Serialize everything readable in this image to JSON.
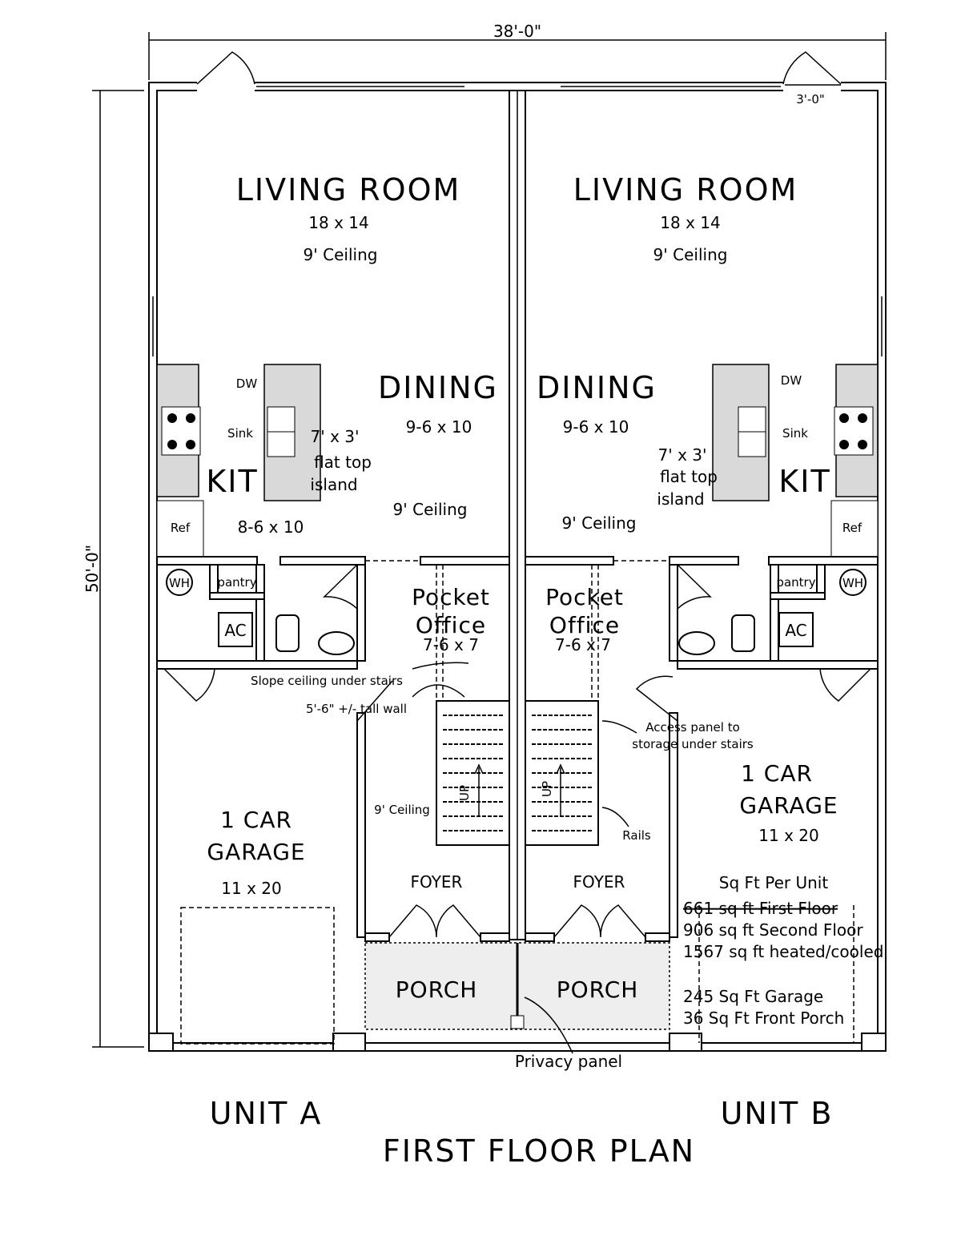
{
  "dimensions": {
    "width": "38'-0\"",
    "depth": "50'-0\"",
    "door_width": "3'-0\""
  },
  "unit_a": {
    "label": "UNIT A",
    "living": {
      "name": "LIVING ROOM",
      "size": "18 x 14",
      "ceiling": "9' Ceiling"
    },
    "dining": {
      "name": "DINING",
      "size": "9-6 x 10",
      "ceiling": "9' Ceiling"
    },
    "kitchen": {
      "name": "KIT",
      "size": "8-6 x 10",
      "dw": "DW",
      "sink": "Sink",
      "island_1": "7' x 3'",
      "island_2": "flat top",
      "island_3": "island",
      "ref": "Ref"
    },
    "utility": {
      "wh": "WH",
      "pantry": "pantry",
      "ac": "AC"
    },
    "office": {
      "name_1": "Pocket",
      "name_2": "Office",
      "size": "7-6 x 7"
    },
    "notes": {
      "slope": "Slope ceiling under stairs",
      "wall": "5'-6\" +/- tall wall",
      "ceiling": "9' Ceiling"
    },
    "stairs_up": "UP",
    "garage": {
      "name_1": "1 CAR",
      "name_2": "GARAGE",
      "size": "11 x 20"
    },
    "foyer": "FOYER",
    "porch": "PORCH"
  },
  "unit_b": {
    "label": "UNIT B",
    "living": {
      "name": "LIVING ROOM",
      "size": "18 x 14",
      "ceiling": "9' Ceiling"
    },
    "dining": {
      "name": "DINING",
      "size": "9-6 x 10",
      "ceiling": "9' Ceiling"
    },
    "kitchen": {
      "name": "KIT",
      "dw": "DW",
      "sink": "Sink",
      "island_1": "7' x 3'",
      "island_2": "flat top",
      "island_3": "island",
      "ref": "Ref"
    },
    "utility": {
      "wh": "WH",
      "pantry": "pantry",
      "ac": "AC"
    },
    "office": {
      "name_1": "Pocket",
      "name_2": "Office",
      "size": "7-6 x 7"
    },
    "notes": {
      "access_1": "Access panel to",
      "access_2": "storage under stairs",
      "rails": "Rails"
    },
    "stairs_up": "UP",
    "garage": {
      "name_1": "1 CAR",
      "name_2": "GARAGE",
      "size": "11 x 20"
    },
    "foyer": "FOYER",
    "porch": "PORCH",
    "sqft": {
      "title": "Sq Ft Per Unit",
      "first": "661 sq ft First Floor",
      "second": "906 sq ft Second Floor",
      "heated": "1567 sq ft heated/cooled",
      "garage": "245 Sq Ft Garage",
      "porch": "36 Sq Ft Front Porch"
    }
  },
  "privacy_panel": "Privacy panel",
  "title": "FIRST FLOOR PLAN"
}
